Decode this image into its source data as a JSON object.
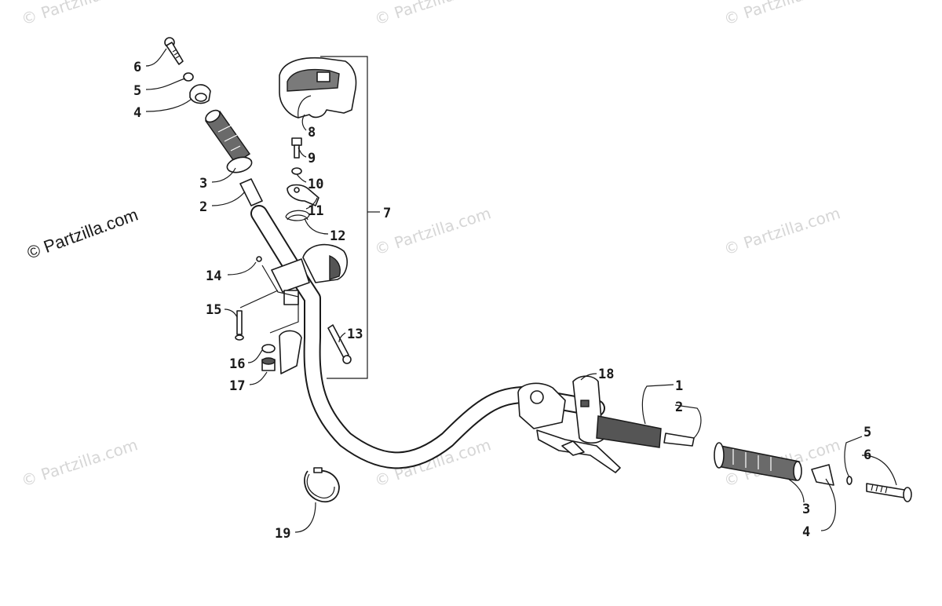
{
  "watermarks": {
    "main": "© Partzilla.com",
    "faint": "© Partzilla.com"
  },
  "callouts": {
    "left_6": "6",
    "left_5": "5",
    "left_4": "4",
    "left_3": "3",
    "left_2": "2",
    "c8": "8",
    "c9": "9",
    "c10": "10",
    "c11": "11",
    "c12": "12",
    "c7": "7",
    "c14": "14",
    "c15": "15",
    "c13": "13",
    "c16": "16",
    "c17": "17",
    "c18": "18",
    "right_1": "1",
    "right_2": "2",
    "right_3": "3",
    "right_4": "4",
    "right_5": "5",
    "right_6": "6",
    "c19": "19"
  },
  "colors": {
    "ink": "#1a1a1a",
    "watermark": "#d6d6d6",
    "grip": "#6a6a6a"
  }
}
